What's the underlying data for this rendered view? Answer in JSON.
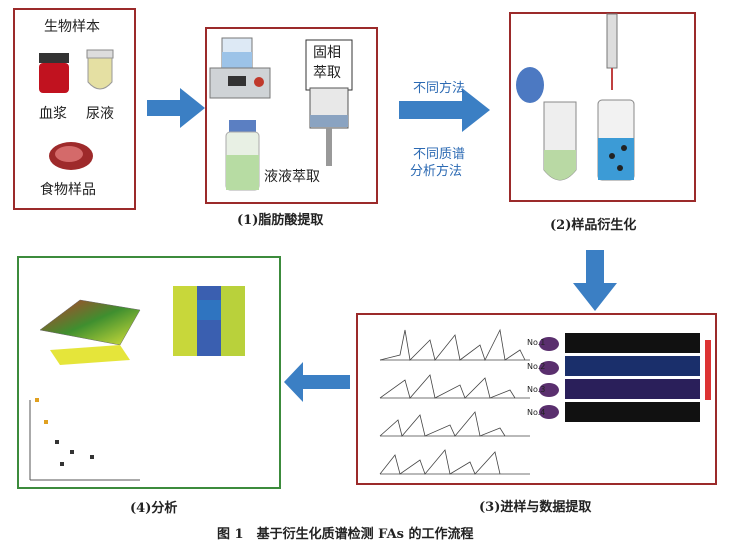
{
  "sample_box": {
    "title": "生物样本",
    "plasma": "血浆",
    "urine": "尿液",
    "food": "食物样品"
  },
  "extraction_box": {
    "solid_phase": "固相",
    "solid_phase_2": "萃取",
    "liquid": "液液萃取"
  },
  "arrow1": {
    "method": "不同方法",
    "ms_1": "不同质谱",
    "ms_2": "分析方法"
  },
  "steps": {
    "s1": "(1)脂肪酸提取",
    "s2": "(2)样品衍生化",
    "s3": "(3)进样与数据提取",
    "s4": "(4)分析"
  },
  "chromatogram_labels": {
    "no1": "No.1",
    "no2": "No.2",
    "no3": "No.3",
    "no4": "No.4"
  },
  "figure_caption": "图 1　基于衍生化质谱检测 FAs 的工作流程",
  "colors": {
    "box_red": "#9b2a2a",
    "box_green": "#3c8b3c",
    "arrow_blue": "#3b7fc4"
  }
}
